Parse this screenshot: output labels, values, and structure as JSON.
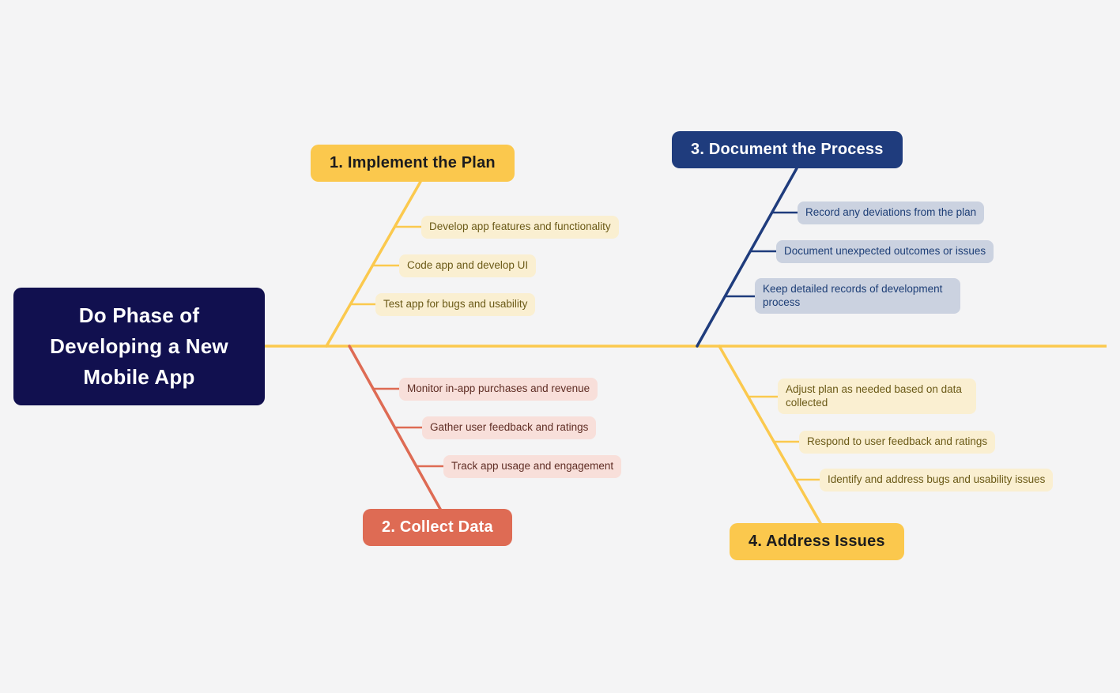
{
  "root_label": "Do Phase of Developing a New Mobile App",
  "branches": [
    {
      "label": "1. Implement the Plan",
      "color": "#FBC84D",
      "items": [
        "Develop app features and functionality",
        "Code app and develop UI",
        "Test app for bugs and usability"
      ]
    },
    {
      "label": "2. Collect Data",
      "color": "#DE6B54",
      "items": [
        "Monitor in-app purchases and revenue",
        "Gather user feedback and ratings",
        "Track app usage and engagement"
      ]
    },
    {
      "label": "3. Document the Process",
      "color": "#1F3C7D",
      "items": [
        "Record any deviations from the plan",
        "Document unexpected outcomes or issues",
        "Keep detailed records of development process"
      ]
    },
    {
      "label": "4. Address Issues",
      "color": "#FBC84D",
      "items": [
        "Adjust plan as needed based on data collected",
        "Respond to user feedback and ratings",
        "Identify and address bugs and usability issues"
      ]
    }
  ],
  "colors": {
    "background": "#F4F4F5",
    "spine": "#FBC94E",
    "root_bg": "#11104F",
    "root_text": "#FFFFFF",
    "yellow_node": "#FBC84D",
    "cream_item_bg": "#FAEFD1",
    "cream_item_text": "#6B5A17",
    "red_node": "#DE6B54",
    "pink_item_bg": "#F8DFDA",
    "pink_item_text": "#5F2D24",
    "navy_node": "#1F3C7D",
    "bluegray_item_bg": "#CBD2E0",
    "bluegray_item_text": "#1D3E76"
  }
}
